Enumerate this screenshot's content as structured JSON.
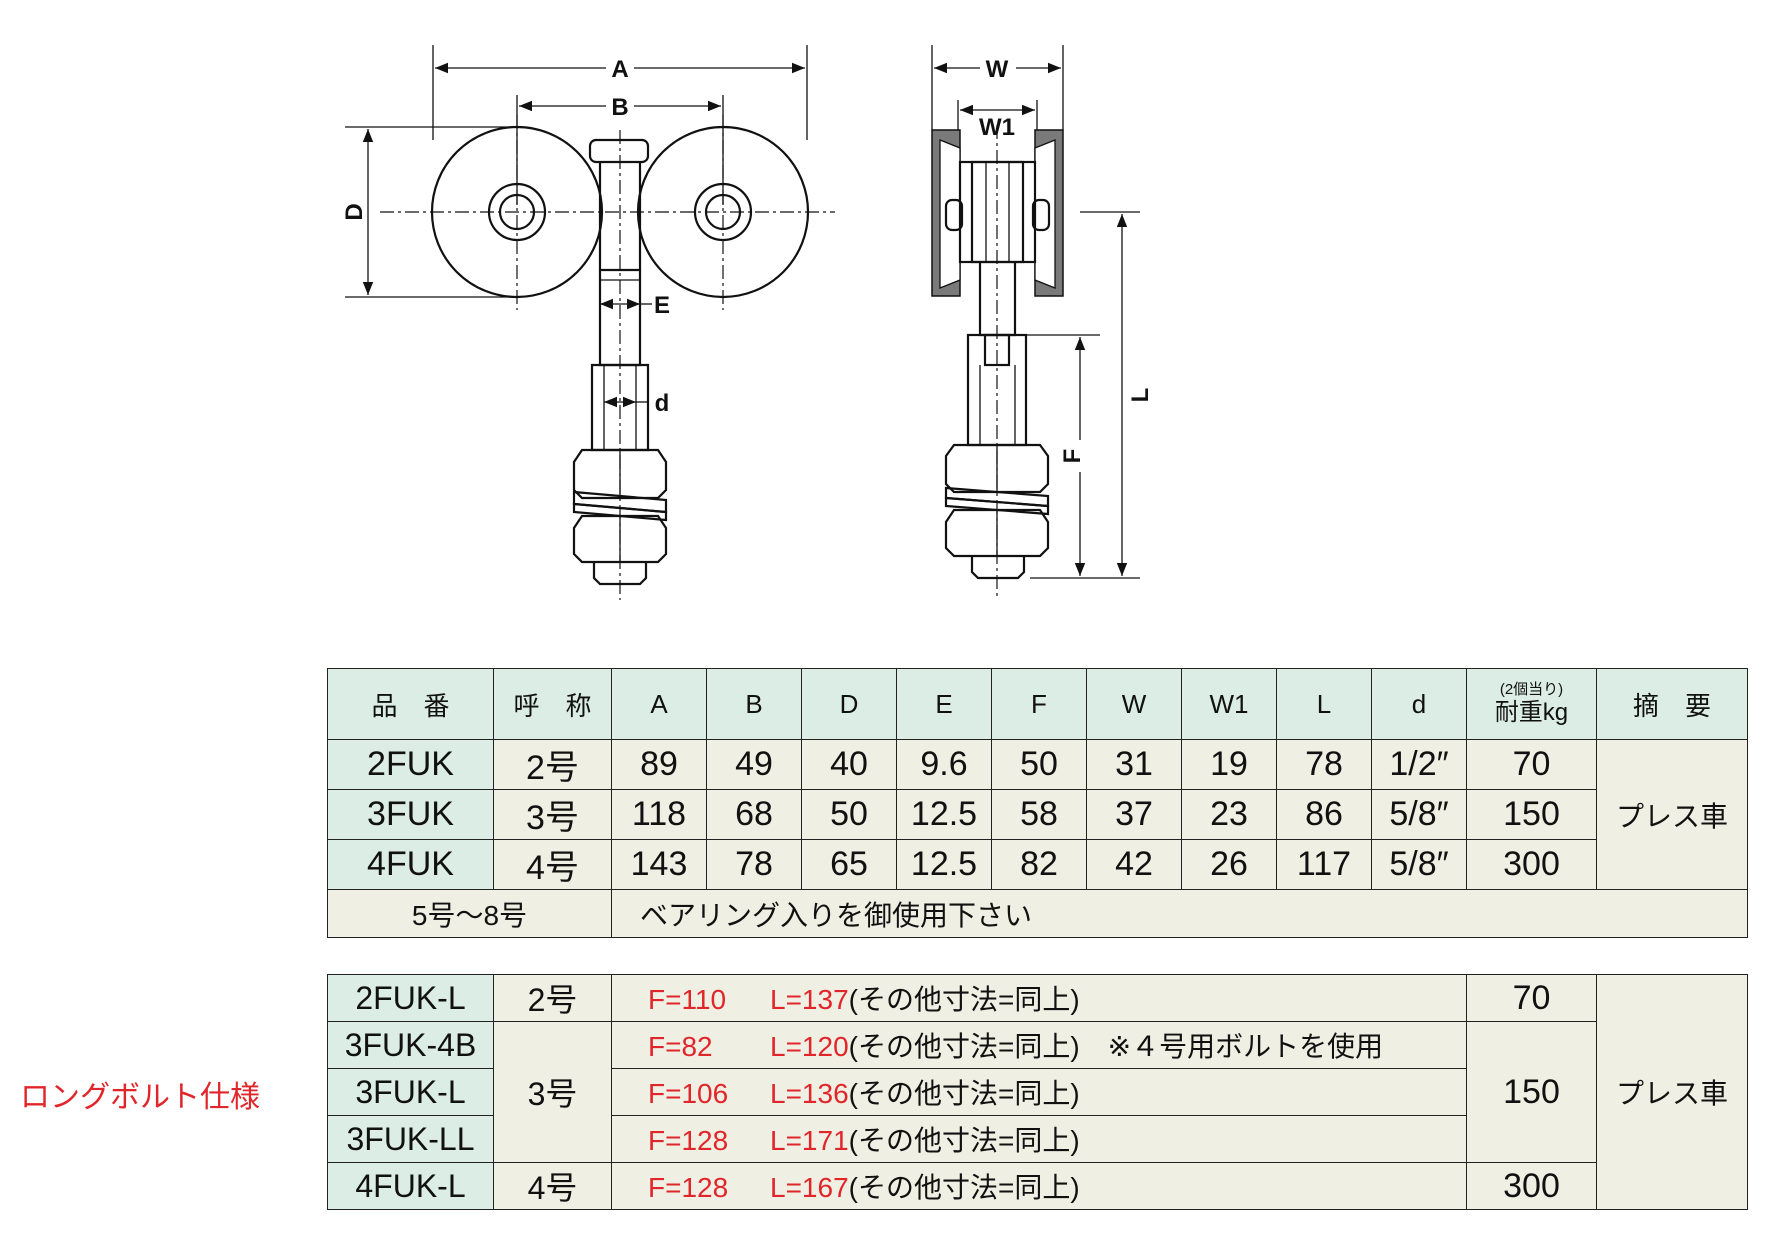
{
  "drawing": {
    "labels": {
      "A": "A",
      "B": "B",
      "D": "D",
      "E": "E",
      "d": "d",
      "W": "W",
      "W1": "W1",
      "L": "L",
      "F": "F"
    }
  },
  "main_table": {
    "headers": {
      "part_no": "品　番",
      "grade": "呼　称",
      "A": "A",
      "B": "B",
      "D": "D",
      "E": "E",
      "F": "F",
      "W": "W",
      "W1": "W1",
      "L": "L",
      "d": "d",
      "load_small": "(2個当り)",
      "load": "耐重kg",
      "remark": "摘　要"
    },
    "rows": [
      {
        "part_no": "2FUK",
        "grade": "2号",
        "A": "89",
        "B": "49",
        "D": "40",
        "E": "9.6",
        "F": "50",
        "W": "31",
        "W1": "19",
        "L": "78",
        "d": "1/2″",
        "load": "70"
      },
      {
        "part_no": "3FUK",
        "grade": "3号",
        "A": "118",
        "B": "68",
        "D": "50",
        "E": "12.5",
        "F": "58",
        "W": "37",
        "W1": "23",
        "L": "86",
        "d": "5/8″",
        "load": "150"
      },
      {
        "part_no": "4FUK",
        "grade": "4号",
        "A": "143",
        "B": "78",
        "D": "65",
        "E": "12.5",
        "F": "82",
        "W": "42",
        "W1": "26",
        "L": "117",
        "d": "5/8″",
        "load": "300"
      }
    ],
    "remark": "プレス車",
    "footer": {
      "grade": "5号〜8号",
      "note": "ベアリング入りを御使用下さい"
    }
  },
  "long_bolt": {
    "label": "ロングボルト仕様",
    "rows": [
      {
        "part_no": "2FUK-L",
        "F": "F=110",
        "L": "L=137",
        "note": "(その他寸法=同上)",
        "extra": ""
      },
      {
        "part_no": "3FUK-4B",
        "F": "F=82",
        "L": "L=120",
        "note": "(その他寸法=同上)",
        "extra": "※４号用ボルトを使用"
      },
      {
        "part_no": "3FUK-L",
        "F": "F=106",
        "L": "L=136",
        "note": "(その他寸法=同上)",
        "extra": ""
      },
      {
        "part_no": "3FUK-LL",
        "F": "F=128",
        "L": "L=171",
        "note": "(その他寸法=同上)",
        "extra": ""
      },
      {
        "part_no": "4FUK-L",
        "F": "F=128",
        "L": "L=167",
        "note": "(その他寸法=同上)",
        "extra": ""
      }
    ],
    "grades": [
      "2号",
      "3号",
      "4号"
    ],
    "loads": [
      "70",
      "150",
      "300"
    ],
    "remark": "プレス車"
  }
}
